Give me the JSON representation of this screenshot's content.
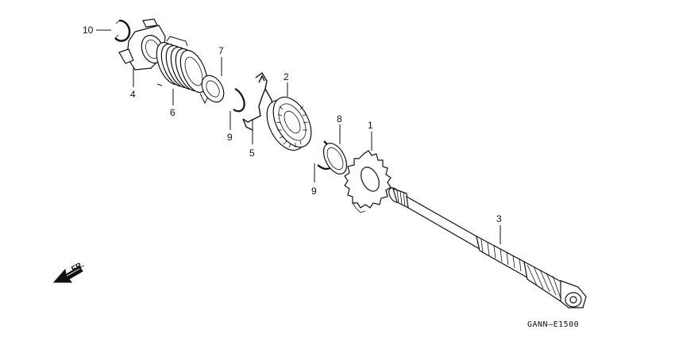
{
  "callouts": {
    "p1": "1",
    "p2": "2",
    "p3": "3",
    "p4": "4",
    "p5": "5",
    "p6": "6",
    "p7": "7",
    "p8": "8",
    "p9a": "9",
    "p9b": "9",
    "p10": "10"
  },
  "direction_label": "FR.",
  "diagram_code": "GANN–E1500"
}
